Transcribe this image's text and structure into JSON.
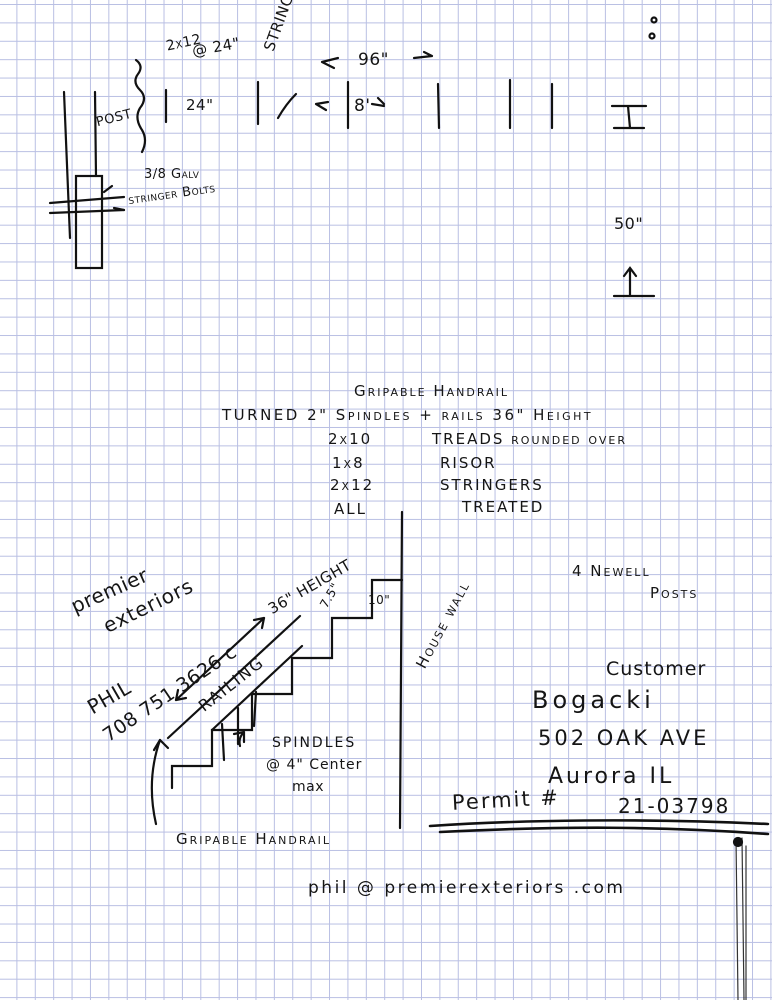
{
  "top_sketch": {
    "lumber_size": "2x12",
    "spacing_note": "@ 24\"",
    "stringers_label": "STRINGERS",
    "span_96": "96\"",
    "span_8ft": "8'",
    "gap_24": "24\"",
    "post_label": "POST",
    "galv_label": "3/8 Galv",
    "bolts_label": "stringer Bolts",
    "height_50": "50\""
  },
  "specs": {
    "title": "Gripable Handrail",
    "line1": "TURNED 2\" Spindles + rails 36\" Height",
    "line2_size": "2x10",
    "line2_desc": "TREADS rounded over",
    "line3_size": "1x8",
    "line3_desc": "RISOR",
    "line4_size": "2x12",
    "line4_desc": "STRINGERS",
    "line5_size": "ALL",
    "line5_desc": "TREATED"
  },
  "stair_sketch": {
    "height_36": "36\" HEIGHT",
    "rise": "7.5\"",
    "tread": "10\"",
    "railing": "RAILING",
    "spindles": "SPINDLES",
    "center": "@ 4\" Center",
    "max": "max",
    "bottom_label": "Gripable Handrail",
    "house_wall": "House wall"
  },
  "contractor": {
    "company_line1": "premier",
    "company_line2": "exteriors",
    "name": "PHIL",
    "phone": "708 751 3626 c"
  },
  "newel": {
    "line1": "4 Newell",
    "line2": "Posts"
  },
  "customer": {
    "heading": "Customer",
    "name": "Bogacki",
    "address": "502 OAK AVE",
    "city": "Aurora IL"
  },
  "permit": {
    "label": "Permit #",
    "number": "21-03798"
  },
  "email": "phil @ premierexteriors .com"
}
